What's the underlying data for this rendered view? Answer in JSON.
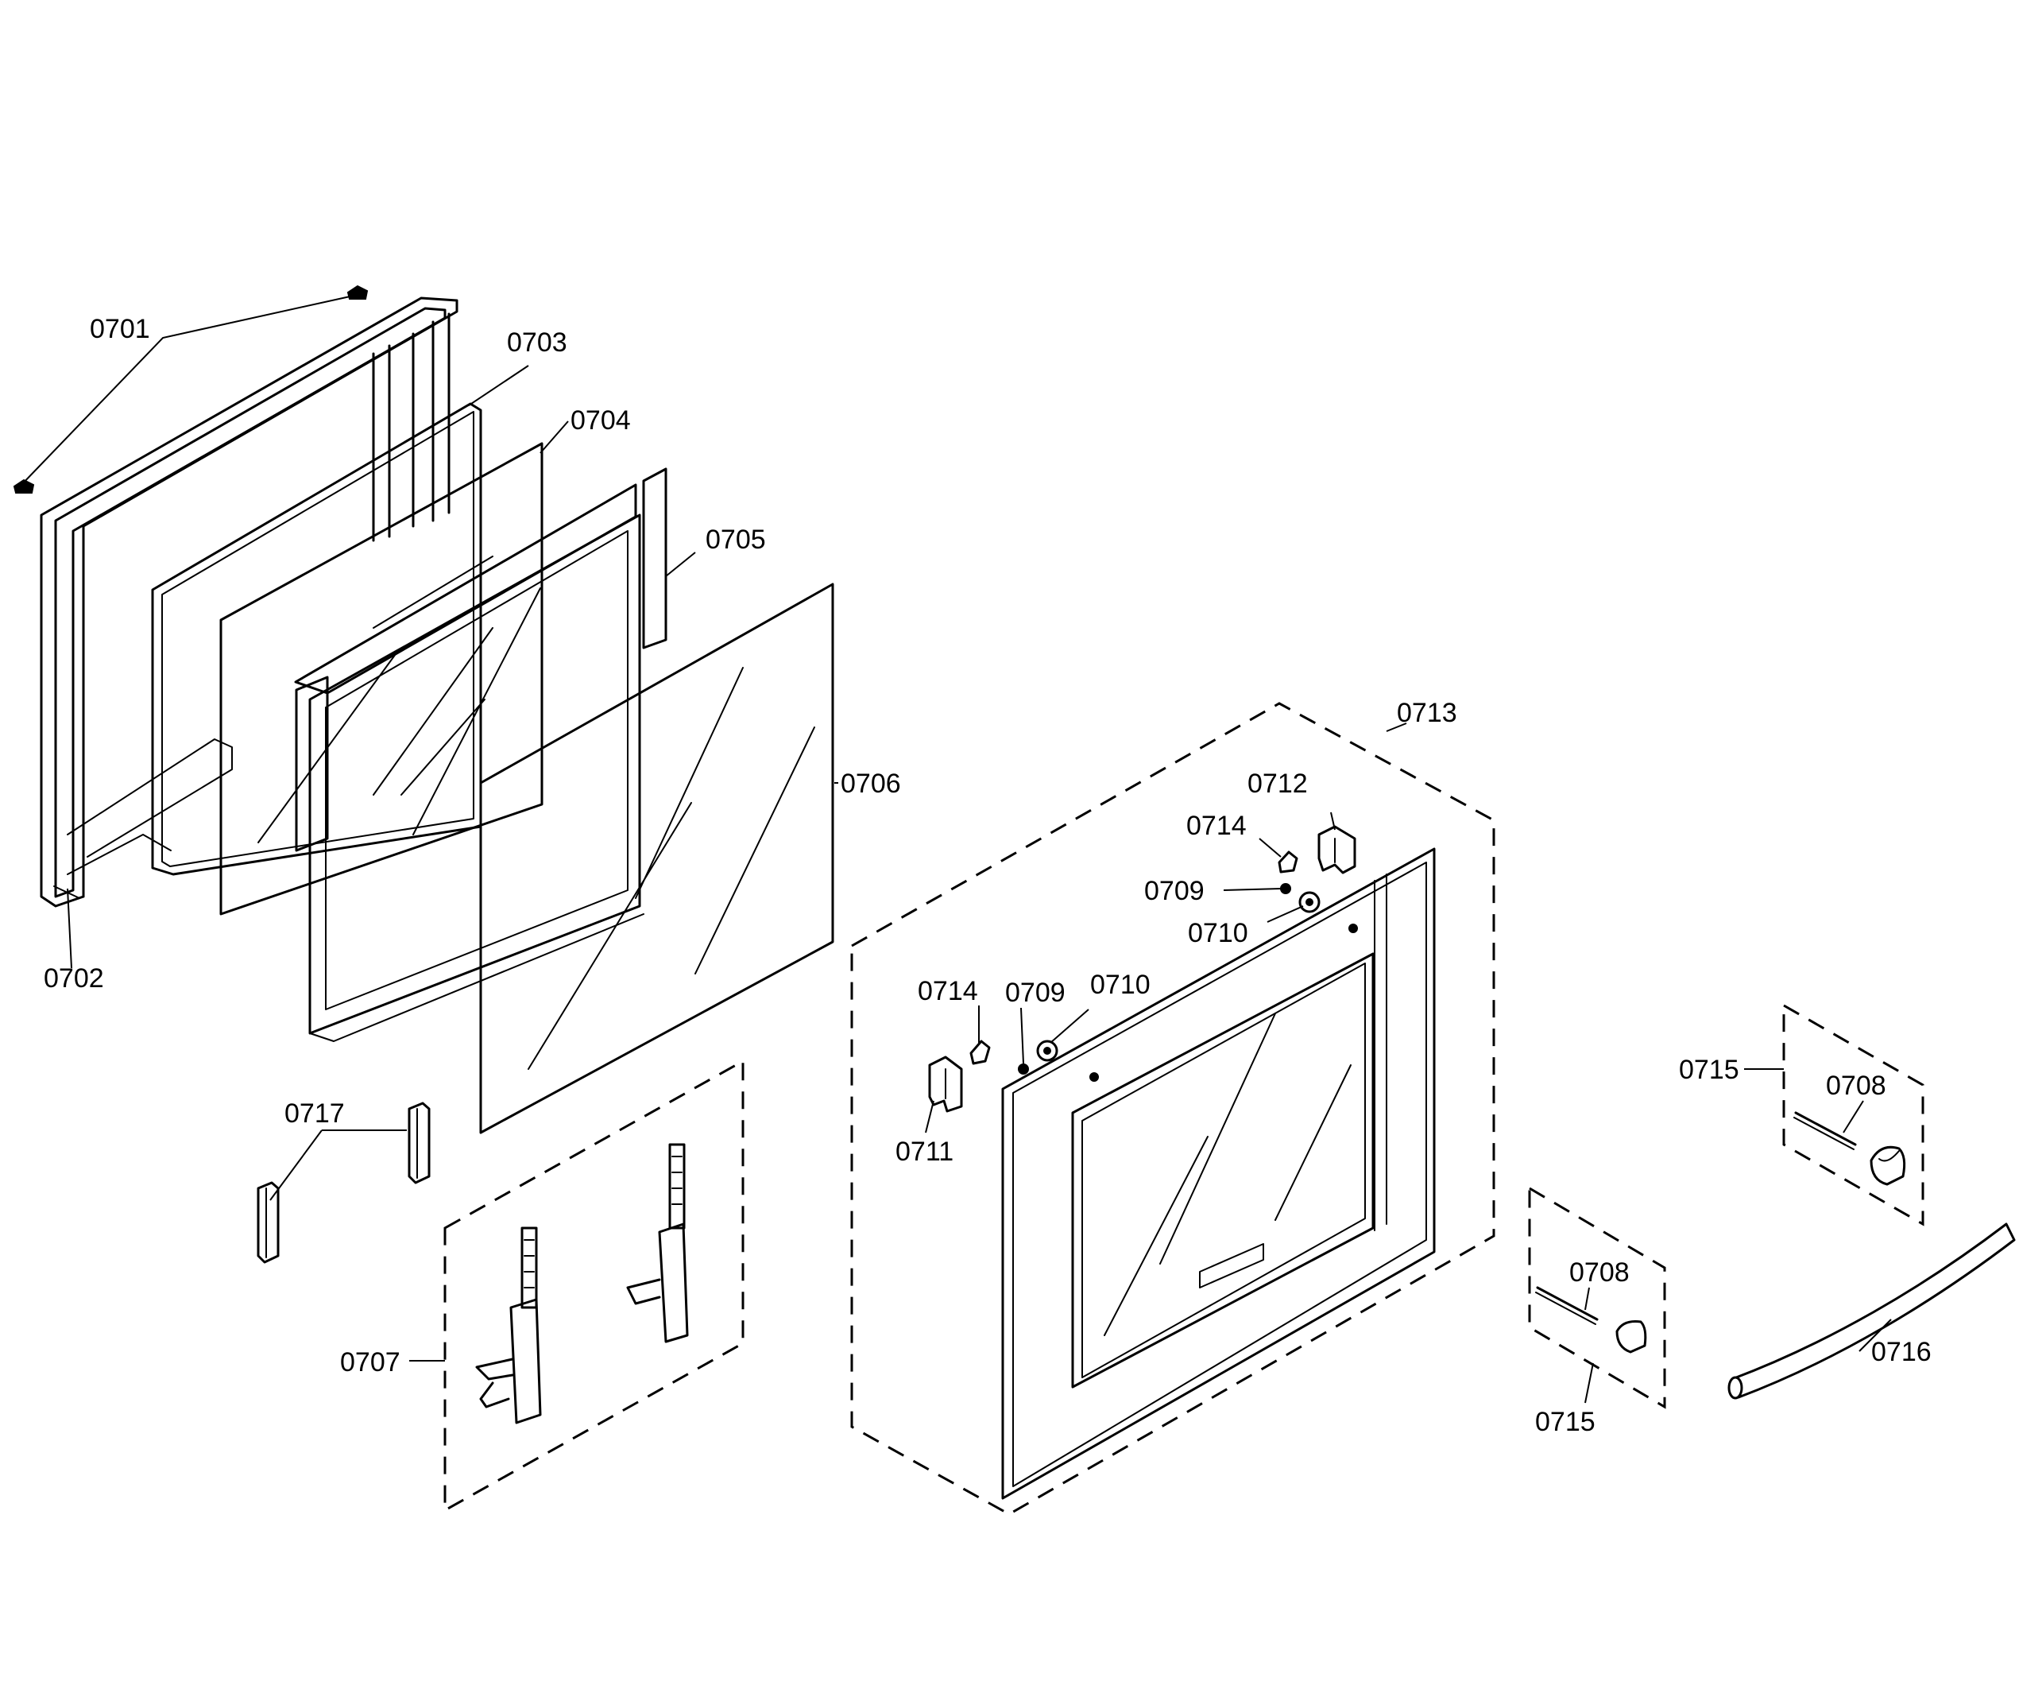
{
  "labels": {
    "p0701": "0701",
    "p0702": "0702",
    "p0703": "0703",
    "p0704": "0704",
    "p0705": "0705",
    "p0706": "0706",
    "p0707": "0707",
    "p0708a": "0708",
    "p0708b": "0708",
    "p0709a": "0709",
    "p0709b": "0709",
    "p0710a": "0710",
    "p0710b": "0710",
    "p0711": "0711",
    "p0712": "0712",
    "p0713": "0713",
    "p0714a": "0714",
    "p0714b": "0714",
    "p0715a": "0715",
    "p0715b": "0715",
    "p0716": "0716",
    "p0717": "0717"
  }
}
